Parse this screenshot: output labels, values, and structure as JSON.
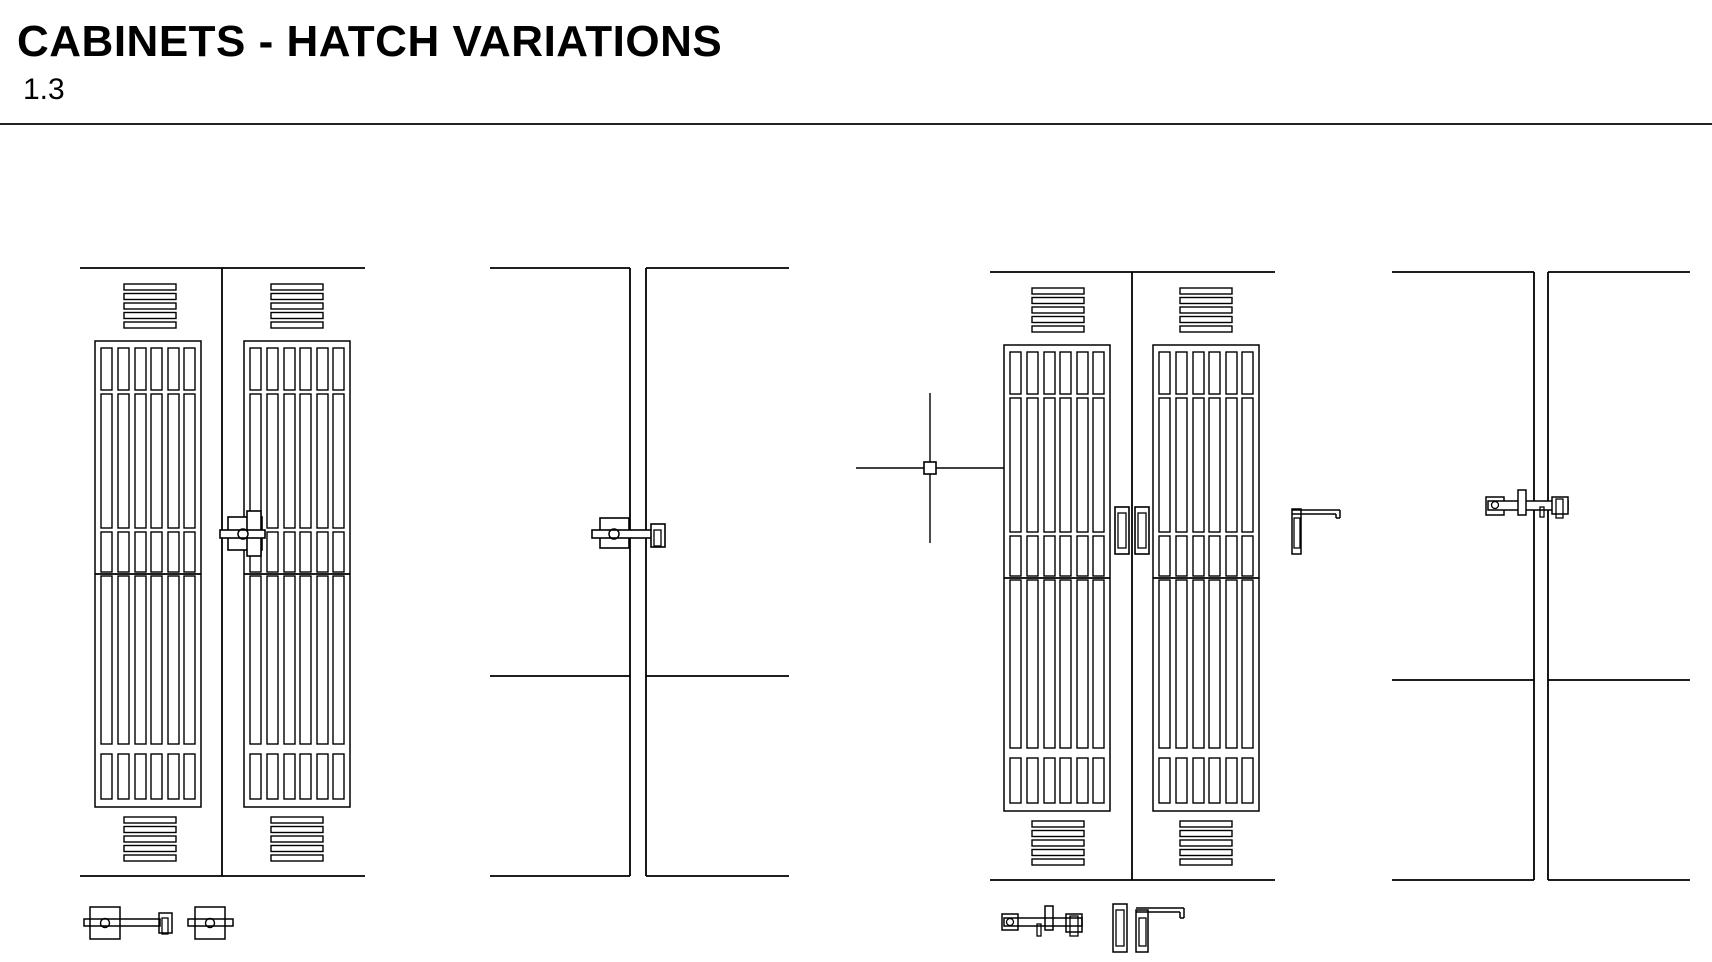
{
  "header": {
    "title": "CABINETS - HATCH VARIATIONS",
    "subtitle": "1.3"
  },
  "colors": {
    "line": "#000000",
    "rule": "#222222",
    "background": "#ffffff"
  },
  "drawings": [
    {
      "name": "cabinet-grille-doors-left",
      "type": "grille-doors"
    },
    {
      "name": "cabinet-plain-doors-left",
      "type": "plain-doors"
    },
    {
      "name": "cabinet-grille-doors-right",
      "type": "grille-doors"
    },
    {
      "name": "cabinet-plain-doors-right",
      "type": "plain-doors"
    }
  ]
}
